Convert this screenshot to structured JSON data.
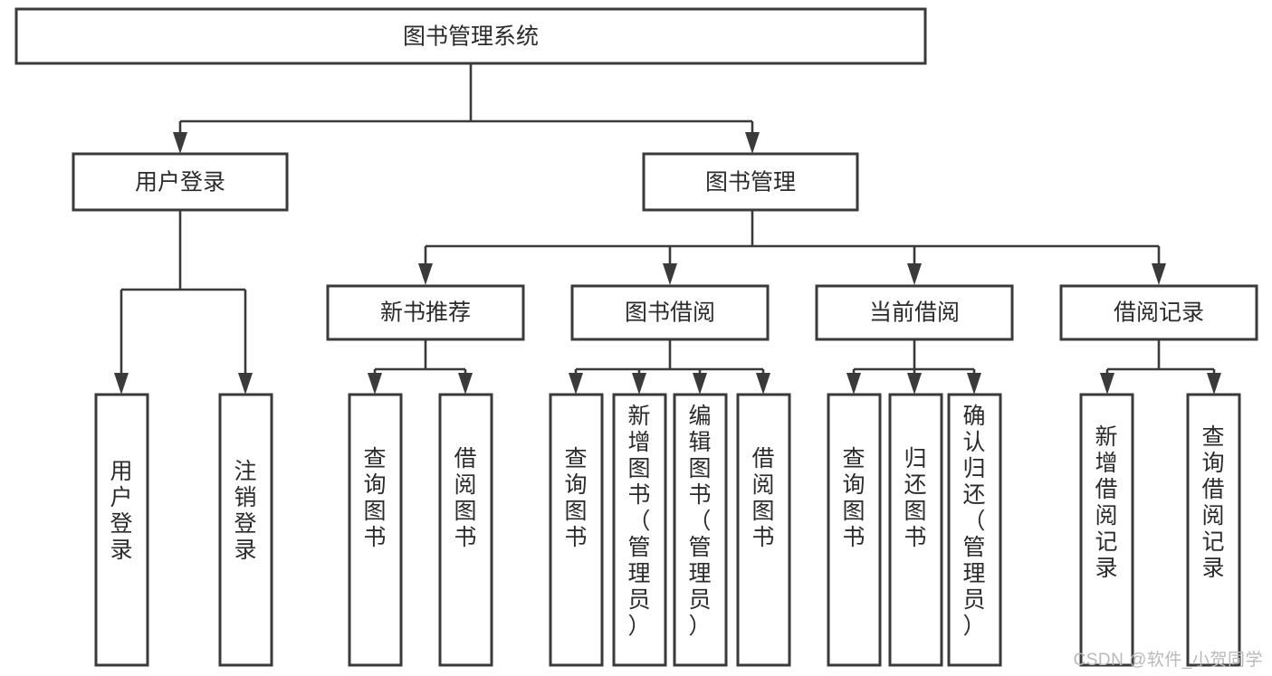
{
  "diagram": {
    "type": "tree",
    "title": "图书管理系统",
    "watermark": "CSDN @软件_小贺同学",
    "colors": {
      "stroke": "#3a3a3a",
      "fill": "#ffffff",
      "text": "#2b2b2b",
      "watermark": "#b9b9b9",
      "background": "#ffffff"
    },
    "root": {
      "label": "图书管理系统"
    },
    "level2": [
      {
        "label": "用户登录"
      },
      {
        "label": "图书管理"
      }
    ],
    "level3": [
      {
        "label": "新书推荐"
      },
      {
        "label": "图书借阅"
      },
      {
        "label": "当前借阅"
      },
      {
        "label": "借阅记录"
      }
    ],
    "leaves": {
      "user_login": [
        {
          "label": "用户登录"
        },
        {
          "label": "注销登录"
        }
      ],
      "new_book_recommend": [
        {
          "label": "查询图书"
        },
        {
          "label": "借阅图书"
        }
      ],
      "book_borrow": [
        {
          "label": "查询图书"
        },
        {
          "label": "新增图书（管理员）"
        },
        {
          "label": "编辑图书（管理员）"
        },
        {
          "label": "借阅图书"
        }
      ],
      "current_borrow": [
        {
          "label": "查询图书"
        },
        {
          "label": "归还图书"
        },
        {
          "label": "确认归还（管理员）"
        }
      ],
      "borrow_record": [
        {
          "label": "新增借阅记录"
        },
        {
          "label": "查询借阅记录"
        }
      ]
    }
  }
}
